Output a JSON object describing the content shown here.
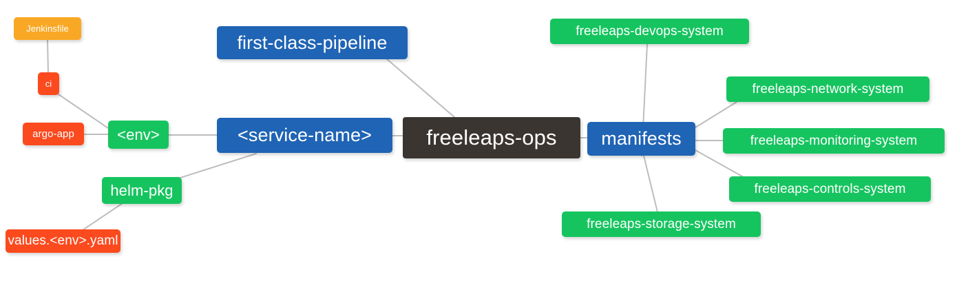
{
  "diagram": {
    "title": "freeleaps-ops mind map",
    "type": "mindmap",
    "background": "#ffffff",
    "edge_color": "#bdbdbd",
    "palette": {
      "root": "#3b3531",
      "blue": "#1f64b5",
      "green": "#16c45f",
      "orange": "#f9a825",
      "red": "#fb4a1e",
      "text": "#ffffff"
    }
  },
  "nodes": {
    "root": {
      "label": "freeleaps-ops",
      "color": "#3b3531"
    },
    "first_class_pipeline": {
      "label": "first-class-pipeline",
      "color": "#1f64b5"
    },
    "service_name": {
      "label": "<service-name>",
      "color": "#1f64b5"
    },
    "env": {
      "label": "<env>",
      "color": "#16c45f"
    },
    "ci": {
      "label": "ci",
      "color": "#fb4a1e"
    },
    "jenkinsfile": {
      "label": "Jenkinsfile",
      "color": "#f9a825"
    },
    "argo_app": {
      "label": "argo-app",
      "color": "#fb4a1e"
    },
    "helm_pkg": {
      "label": "helm-pkg",
      "color": "#16c45f"
    },
    "values_yaml": {
      "label": "values.<env>.yaml",
      "color": "#fb4a1e"
    },
    "manifests": {
      "label": "manifests",
      "color": "#1f64b5"
    },
    "devops_system": {
      "label": "freeleaps-devops-system",
      "color": "#16c45f"
    },
    "network_system": {
      "label": "freeleaps-network-system",
      "color": "#16c45f"
    },
    "monitoring_system": {
      "label": "freeleaps-monitoring-system",
      "color": "#16c45f"
    },
    "controls_system": {
      "label": "freeleaps-controls-system",
      "color": "#16c45f"
    },
    "storage_system": {
      "label": "freeleaps-storage-system",
      "color": "#16c45f"
    }
  },
  "edges": [
    {
      "from": "first_class_pipeline",
      "to": "root"
    },
    {
      "from": "service_name",
      "to": "root"
    },
    {
      "from": "env",
      "to": "service_name"
    },
    {
      "from": "ci",
      "to": "env"
    },
    {
      "from": "jenkinsfile",
      "to": "ci"
    },
    {
      "from": "argo_app",
      "to": "env"
    },
    {
      "from": "helm_pkg",
      "to": "service_name"
    },
    {
      "from": "values_yaml",
      "to": "helm_pkg"
    },
    {
      "from": "manifests",
      "to": "root"
    },
    {
      "from": "devops_system",
      "to": "manifests"
    },
    {
      "from": "network_system",
      "to": "manifests"
    },
    {
      "from": "monitoring_system",
      "to": "manifests"
    },
    {
      "from": "controls_system",
      "to": "manifests"
    },
    {
      "from": "storage_system",
      "to": "manifests"
    }
  ]
}
